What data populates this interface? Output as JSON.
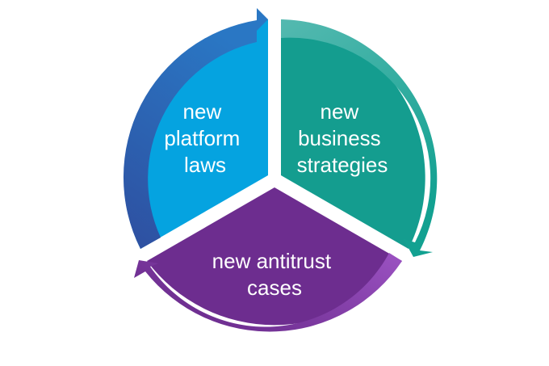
{
  "cycle": {
    "segments": [
      {
        "id": "platform-laws",
        "lines": [
          "new",
          "platform",
          "laws"
        ],
        "fill": "#05a3e0",
        "arrow": "#2b5faf"
      },
      {
        "id": "business-strategies",
        "lines": [
          "new",
          "business",
          "strategies"
        ],
        "fill": "#149d8f",
        "arrow": "#4cb7ad"
      },
      {
        "id": "antitrust-cases",
        "lines": [
          "new antitrust",
          "cases"
        ],
        "fill": "#6d2d8f",
        "arrow": "#8a45b0"
      }
    ],
    "colors": {
      "background": "#ffffff",
      "text": "#ffffff"
    }
  }
}
